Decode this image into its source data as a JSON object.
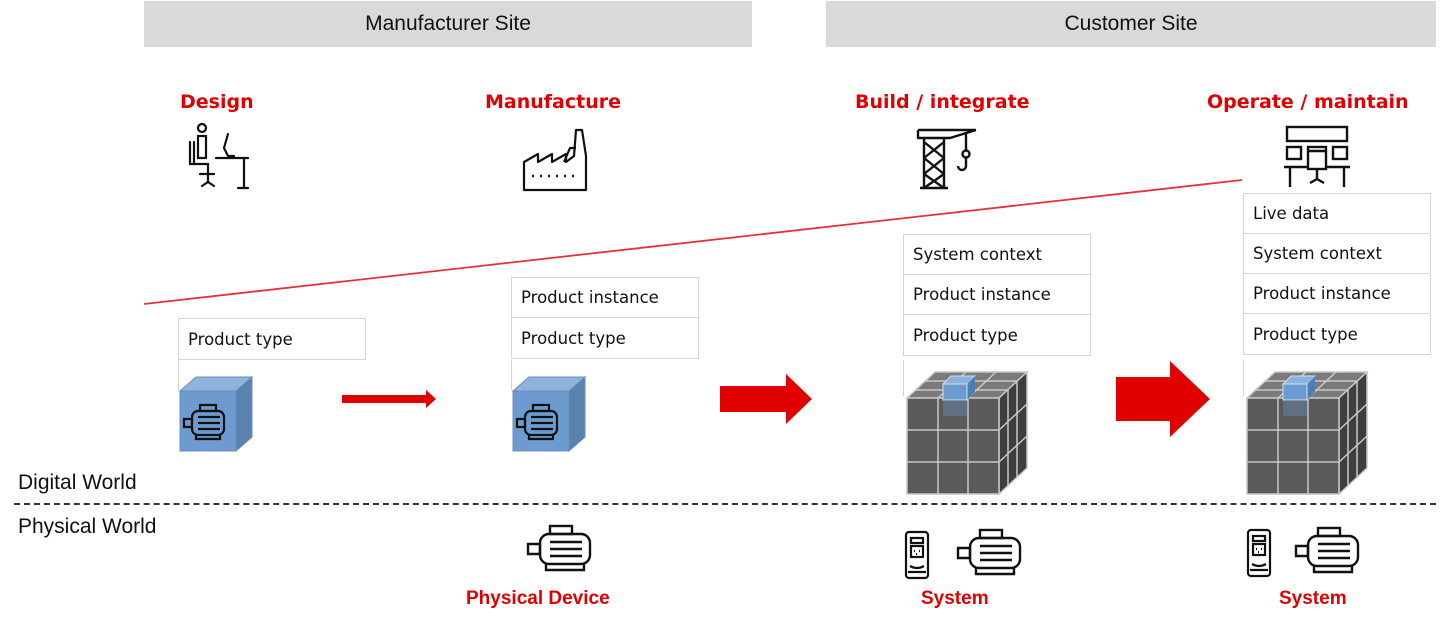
{
  "sites": {
    "manufacturer": "Manufacturer Site",
    "customer": "Customer Site"
  },
  "stages": [
    {
      "title": "Design",
      "icon": "designer-desk-icon"
    },
    {
      "title": "Manufacture",
      "icon": "factory-icon"
    },
    {
      "title": "Build / integrate",
      "icon": "crane-icon"
    },
    {
      "title": "Operate / maintain",
      "icon": "control-room-icon"
    }
  ],
  "stacks": {
    "design": [
      "Product type"
    ],
    "manufacture": [
      "Product instance",
      "Product type"
    ],
    "build": [
      "System context",
      "Product instance",
      "Product type"
    ],
    "operate": [
      "Live data",
      "System context",
      "Product instance",
      "Product type"
    ]
  },
  "worlds": {
    "digital": "Digital World",
    "physical": "Physical World"
  },
  "bottom_labels": {
    "manufacture": "Physical Device",
    "build": "System",
    "operate": "System"
  },
  "colors": {
    "accent_red": "#e00000",
    "site_bar": "#d9d9d9",
    "cube_blue": "#6d9bcf",
    "system_cube_gray": "#5a5a5a"
  }
}
